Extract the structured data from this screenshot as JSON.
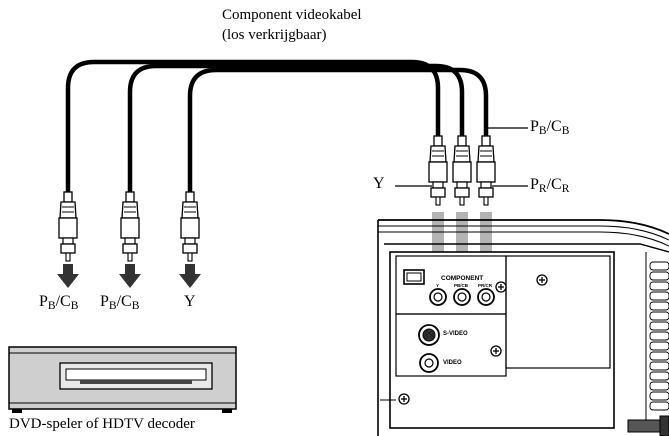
{
  "cable": {
    "title": "Component videokabel",
    "subtitle": "(los verkrijgbaar)"
  },
  "source_labels": [
    {
      "main": "P",
      "sub1": "B",
      "sep": "/C",
      "sub2": "B"
    },
    {
      "main": "P",
      "sub1": "B",
      "sep": "/C",
      "sub2": "B"
    },
    {
      "main": "Y",
      "sub1": "",
      "sep": "",
      "sub2": ""
    }
  ],
  "projector_labels": {
    "top": {
      "main": "P",
      "sub1": "B",
      "sep": "/C",
      "sub2": "B"
    },
    "left": {
      "main": "Y"
    },
    "right": {
      "main": "P",
      "sub1": "R",
      "sep": "/C",
      "sub2": "R"
    }
  },
  "dvd": {
    "caption": "DVD-speler of HDTV decoder"
  },
  "panel": {
    "component": "COMPONENT",
    "jack_y": "Y",
    "jack_pb": "PB/CB",
    "jack_pr": "PR/CR",
    "svideo": "S-VIDEO",
    "video": "VIDEO"
  },
  "colors": {
    "arrow_dark": "#333333",
    "arrow_light": "#b3b3b3",
    "cable": "#000000"
  }
}
